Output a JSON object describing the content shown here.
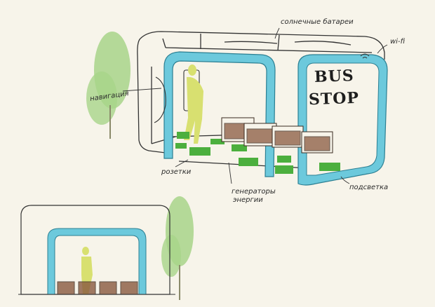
{
  "labels": {
    "solar": "солнечные батареи",
    "wifi": "wi-fi",
    "navigation": "навигация",
    "sockets": "розетки",
    "generators_line1": "генераторы",
    "generators_line2": "энергии",
    "lighting": "подсветка"
  },
  "sign": {
    "line1": "BUS",
    "line2": "STOP"
  },
  "colors": {
    "paper": "#f7f4ea",
    "frame_blue": "#6cc9dc",
    "grass": "#4caf3e",
    "tree": "#a8d48a",
    "figure": "#d8e070",
    "crate": "#8a5a40"
  }
}
